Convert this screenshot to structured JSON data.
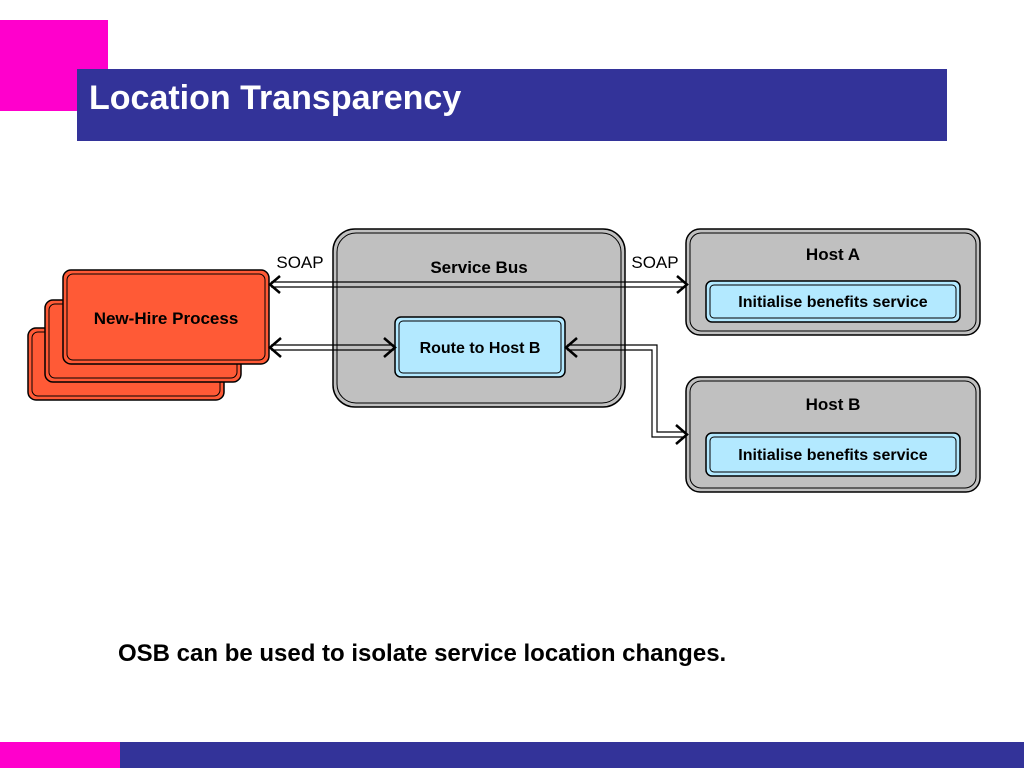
{
  "slide": {
    "title": "Location Transparency",
    "caption": "OSB can be used to isolate service location changes."
  },
  "diagram": {
    "process_label": "New-Hire Process",
    "service_bus_label": "Service Bus",
    "route_label": "Route to Host B",
    "soap_left": "SOAP",
    "soap_right": "SOAP",
    "host_a_label": "Host A",
    "host_a_service": "Initialise benefits service",
    "host_b_label": "Host B",
    "host_b_service": "Initialise benefits service"
  },
  "colors": {
    "brand_blue": "#333399",
    "brand_pink": "#ff00cc",
    "process_fill": "#ff5a36",
    "container_fill": "#c0c0c0",
    "service_fill": "#b3e9ff"
  }
}
